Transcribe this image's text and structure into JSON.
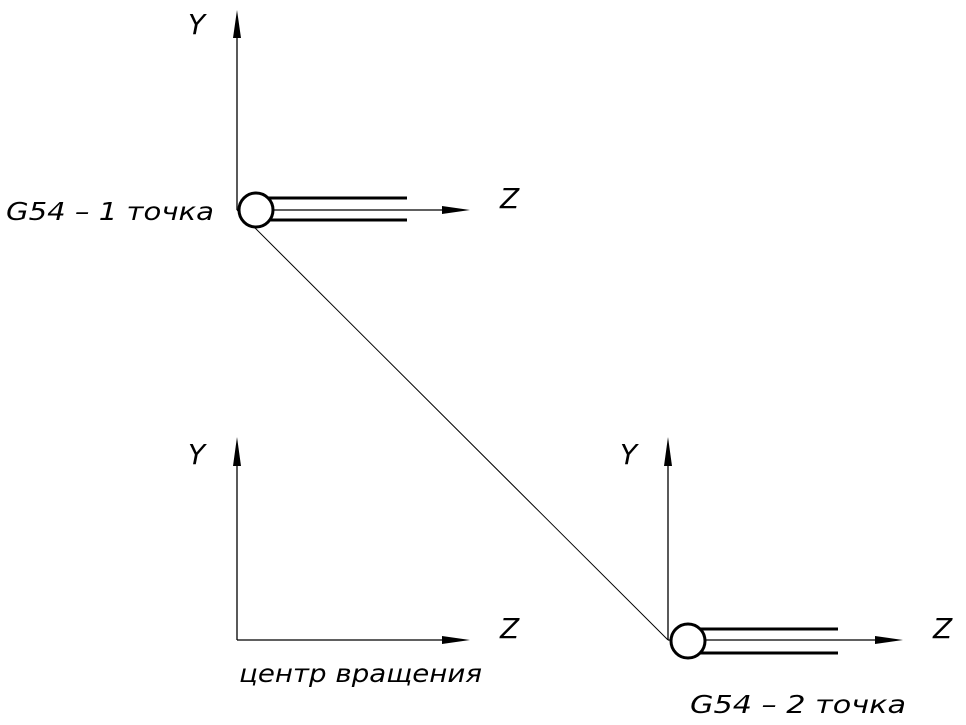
{
  "frames": {
    "point1": {
      "y_label": "Y",
      "z_label": "Z",
      "caption": "G54 – 1 точка"
    },
    "center": {
      "y_label": "Y",
      "z_label": "Z",
      "caption": "центр вращения"
    },
    "point2": {
      "y_label": "Y",
      "z_label": "Z",
      "caption": "G54 – 2 точка"
    }
  }
}
